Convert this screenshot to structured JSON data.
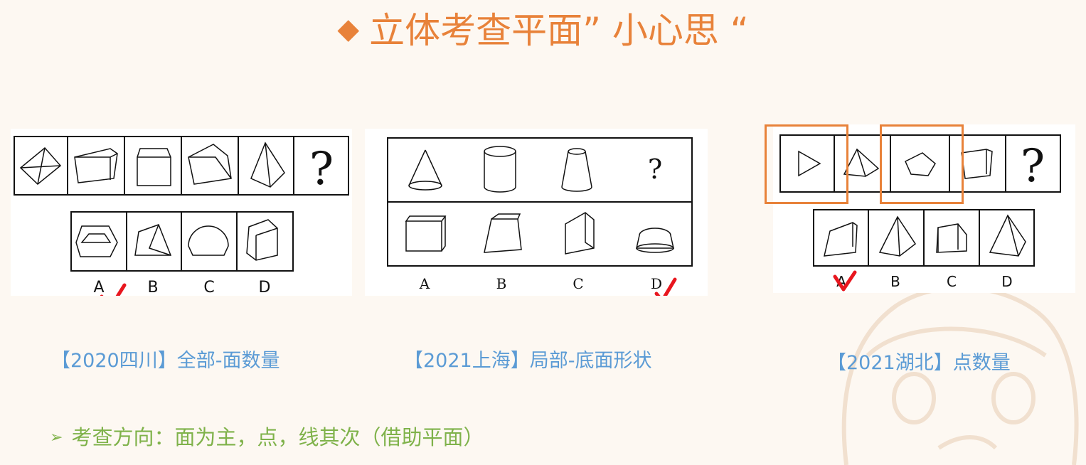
{
  "title": {
    "marker": "◆",
    "text": "立体考查平面” 小心思 “"
  },
  "panels": [
    {
      "question_mark": "?",
      "options": [
        "A",
        "B",
        "C",
        "D"
      ],
      "caption": "【2020四川】全部-面数量"
    },
    {
      "question_mark": "?",
      "options": [
        "A",
        "B",
        "C",
        "D"
      ],
      "caption": "【2021上海】局部-底面形状"
    },
    {
      "question_mark": "?",
      "options": [
        "A",
        "B",
        "C",
        "D"
      ],
      "caption": "【2021湖北】点数量"
    }
  ],
  "bullet": {
    "marker": "➢",
    "text": "考查方向：面为主，点，线其次（借助平面）"
  },
  "colors": {
    "title": "#e8823a",
    "caption": "#5b9bd5",
    "bullet": "#7fb24a",
    "check": "#e8161e",
    "highlight": "#e8823a"
  }
}
